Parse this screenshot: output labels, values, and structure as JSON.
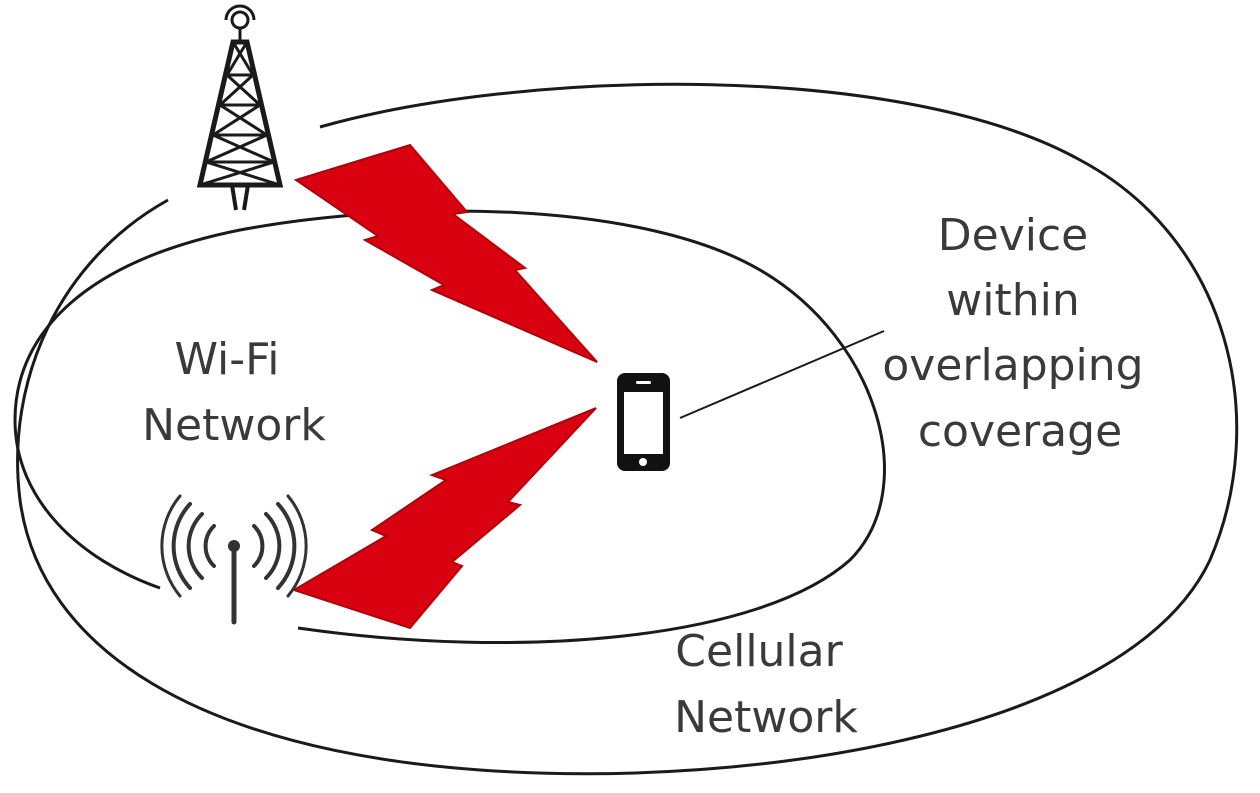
{
  "diagram": {
    "wifi_label": [
      "Wi-Fi",
      "Network"
    ],
    "cellular_label": [
      "Cellular",
      "Network"
    ],
    "device_label": [
      "Device",
      "within",
      "overlapping",
      "coverage"
    ],
    "icons": {
      "cell_tower": "cell-tower-icon",
      "wifi_access_point": "wifi-antenna-icon",
      "device": "smartphone-icon",
      "signal_link": "lightning-bolt-icon"
    },
    "colors": {
      "signal": "#d9000f",
      "outline": "#1a1a1a",
      "text": "#3a3a3a"
    }
  }
}
